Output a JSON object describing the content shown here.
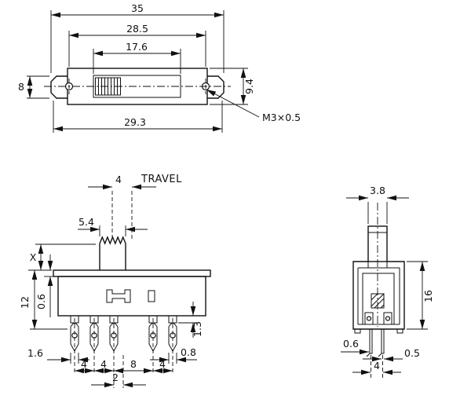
{
  "meta": {
    "background": "#ffffff",
    "ink": "#111111"
  },
  "top_view": {
    "dim_overall": "35",
    "dim_holes": "28.5",
    "dim_slot": "17.6",
    "dim_body": "29.3",
    "dim_ear_h": "8",
    "dim_body_h": "9.4",
    "thread": "M3×0.5"
  },
  "front_view": {
    "travel_label": "TRAVEL",
    "dim_travel": "4",
    "dim_knob_w": "5.4",
    "dim_knob_h": "X",
    "dim_height": "12",
    "dim_plate": "0.6",
    "dim_shoulder": "1.3",
    "dim_pin_w": "1.6",
    "dim_end_pin": "0.8",
    "pitch": [
      "4",
      "4",
      "8",
      "4"
    ],
    "dim_offset": "2"
  },
  "side_view": {
    "dim_knob": "3.8",
    "dim_height": "16",
    "dim_foot": "0.6",
    "dim_pin_t": "0.5",
    "dim_rows": "4"
  }
}
